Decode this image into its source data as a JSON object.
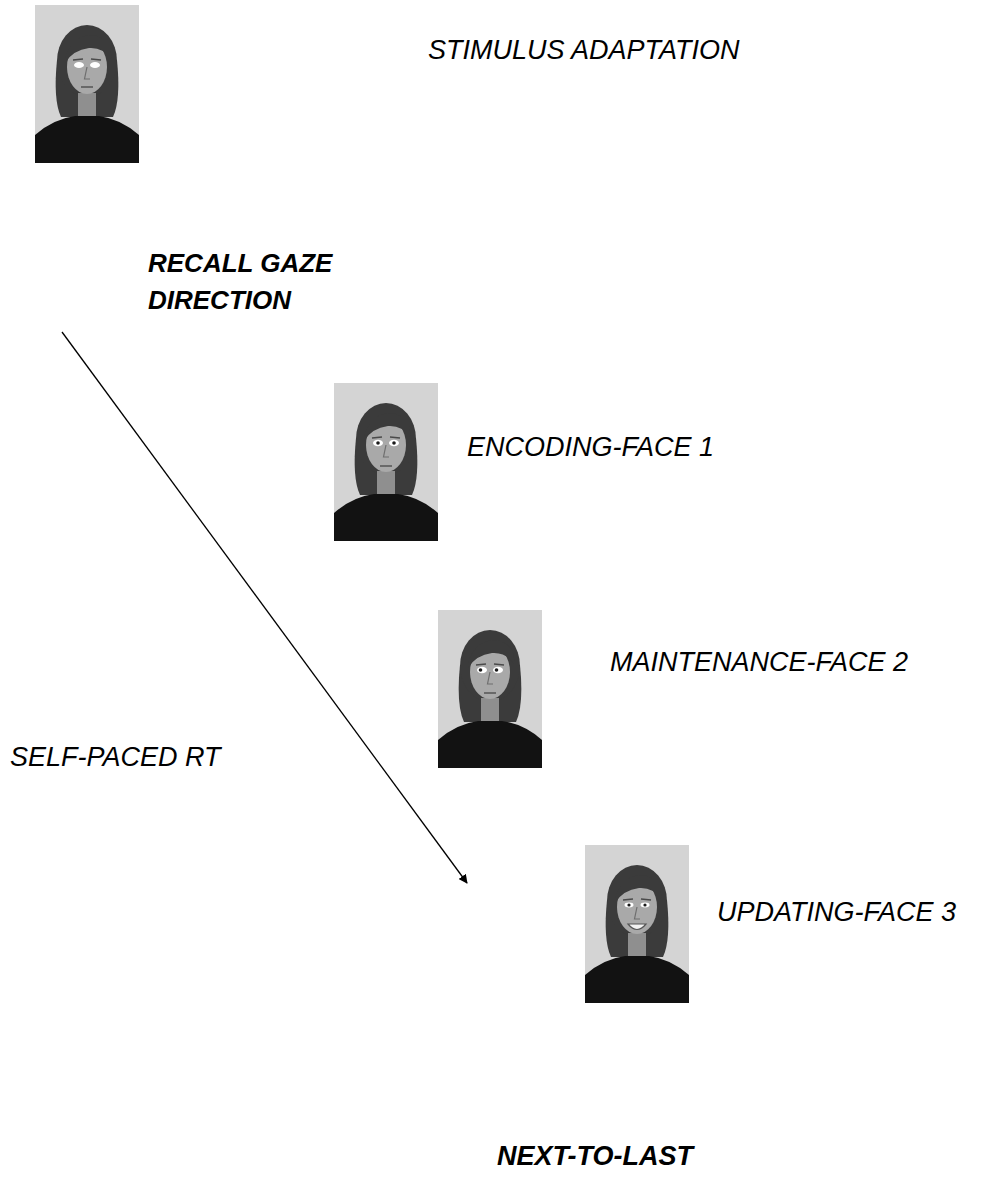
{
  "diagram": {
    "labels": [
      "STIMULUS ADAPTATION",
      "RECALL GAZE DIRECTION",
      "ENCODING-FACE 1",
      "MAINTENANCE-FACE 2",
      "SELF-PACED RT",
      "UPDATING-FACE 3",
      "NEXT-TO-LAST"
    ]
  }
}
